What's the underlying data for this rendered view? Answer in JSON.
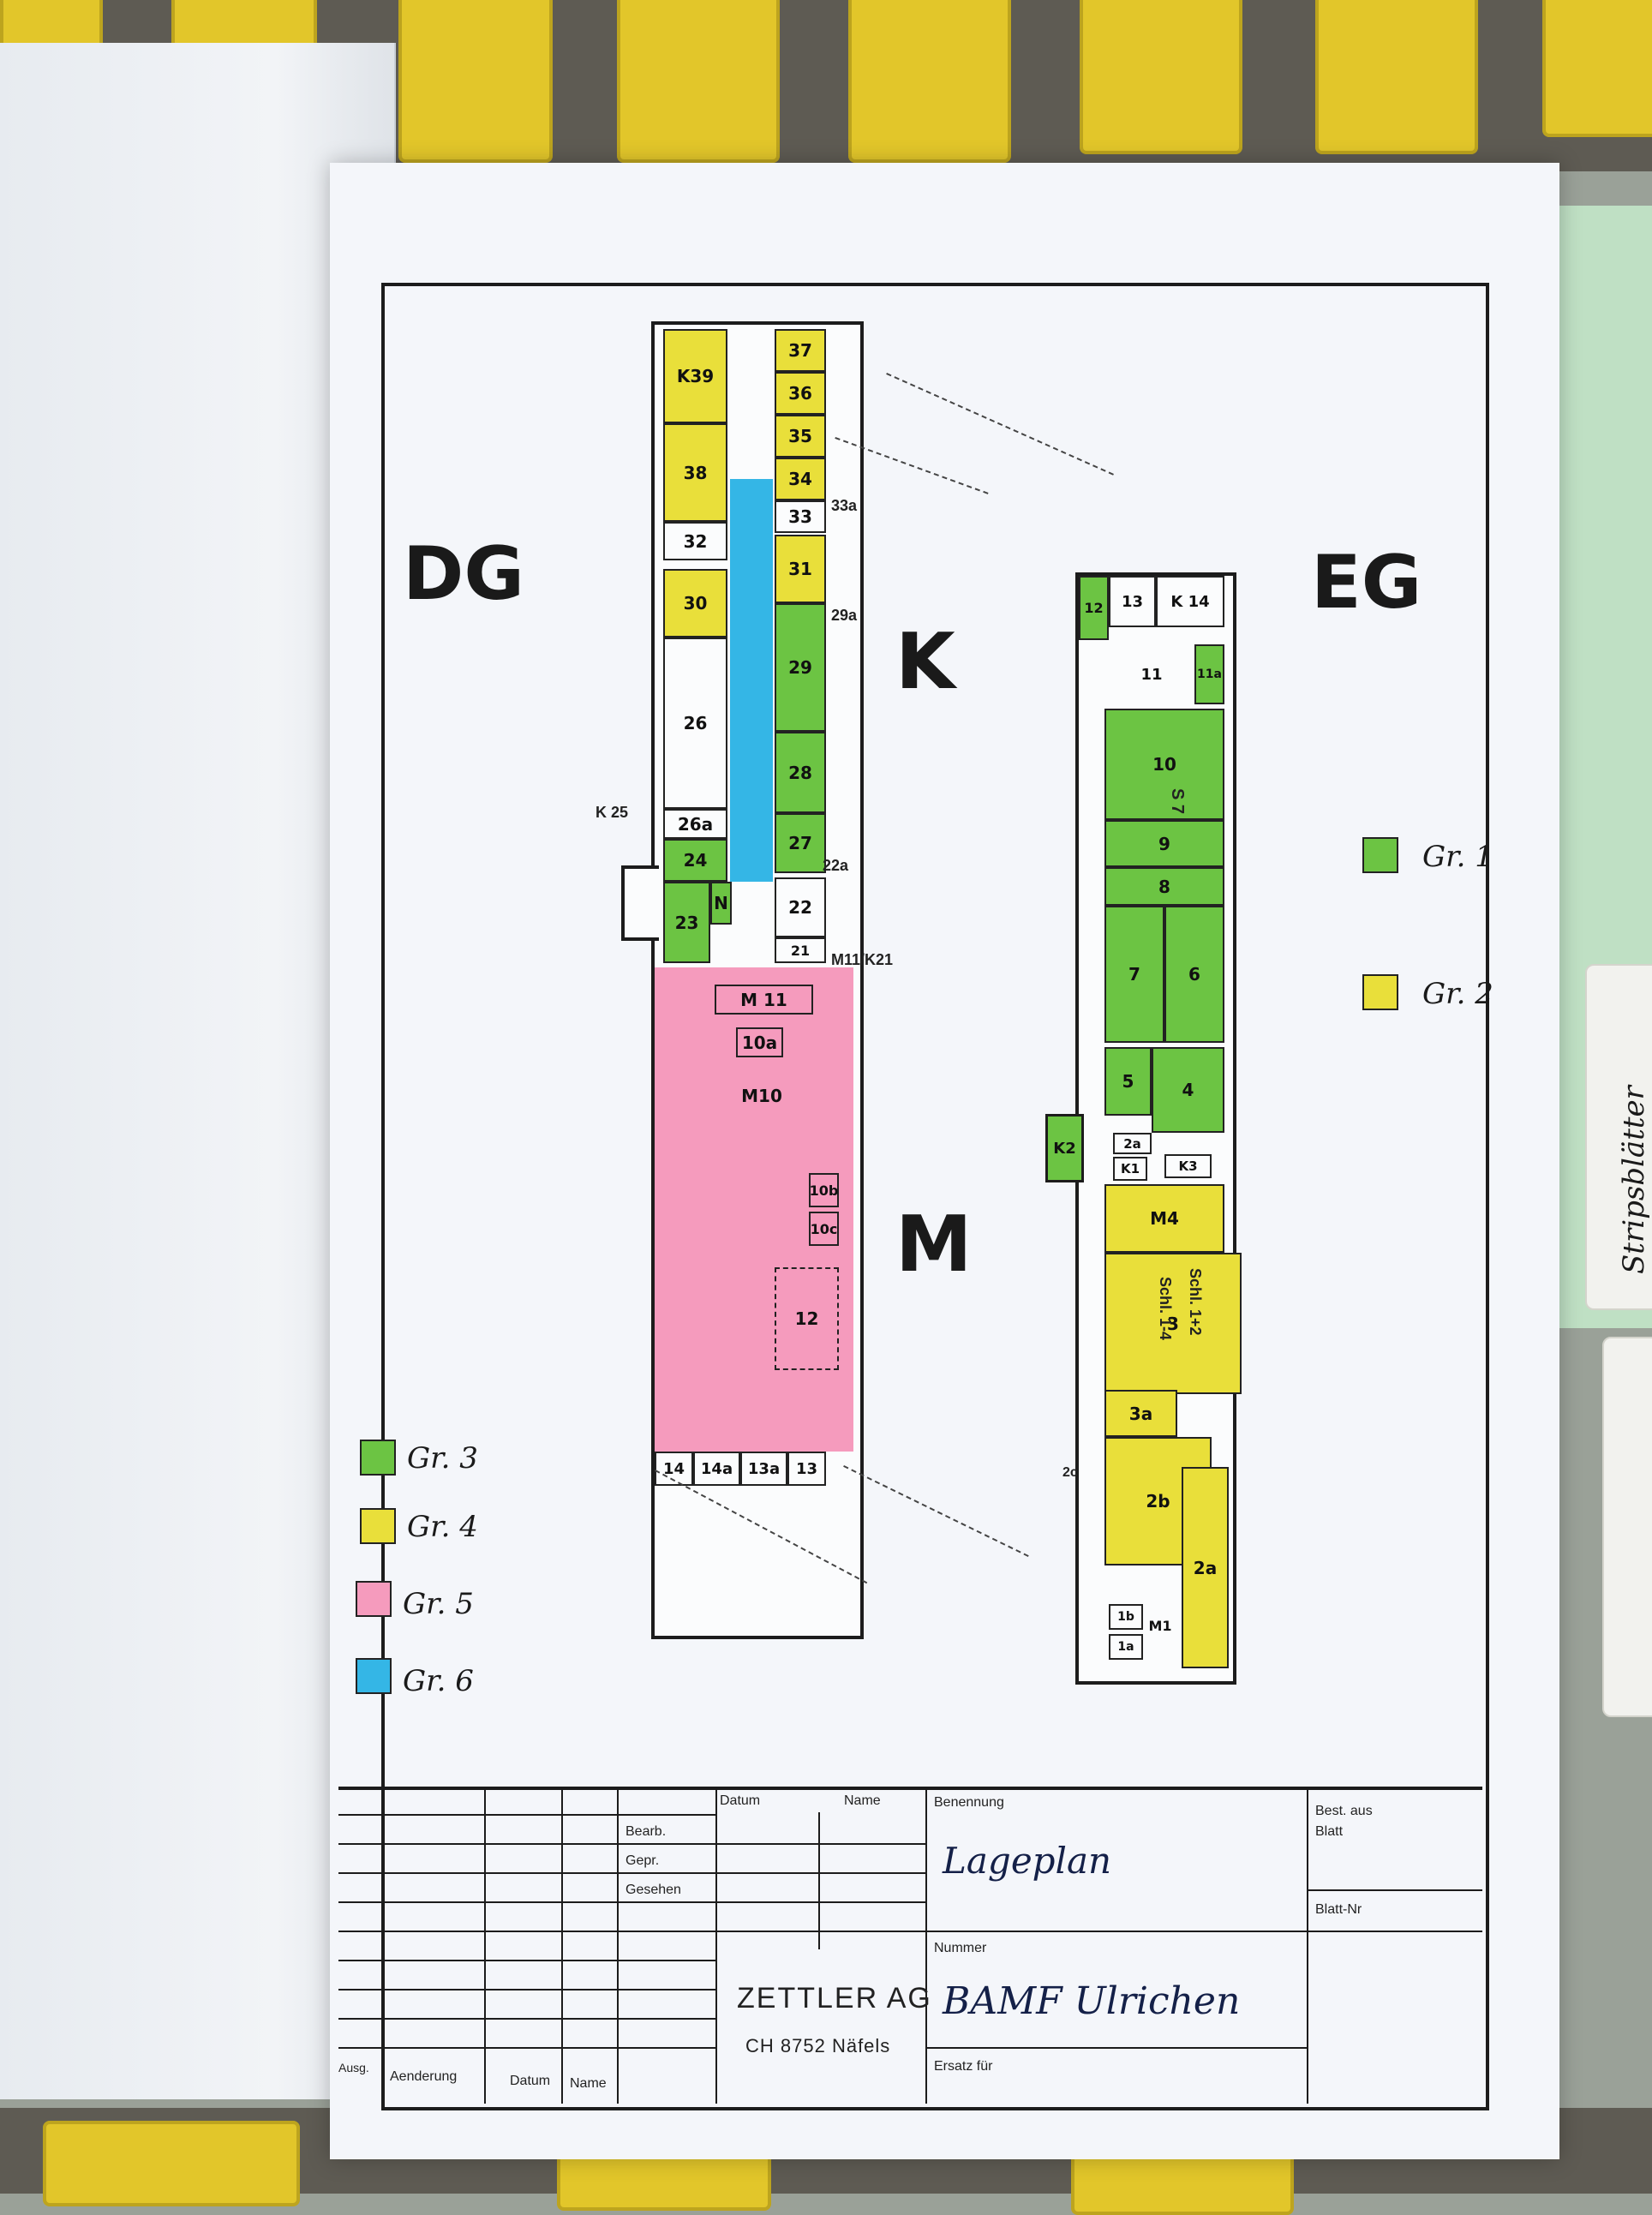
{
  "plan": {
    "left_title": "DG",
    "right_title": "EG",
    "letter_k": "K",
    "letter_m": "M",
    "rooms_dg": [
      "K39",
      "37",
      "36",
      "35",
      "38",
      "34",
      "33",
      "32",
      "30",
      "31",
      "29",
      "26",
      "28",
      "26a",
      "24",
      "27",
      "23",
      "N",
      "22",
      "21",
      "M 11",
      "10a",
      "M10",
      "10b",
      "10c",
      "12",
      "14",
      "14a",
      "13a",
      "13"
    ],
    "rooms_eg": [
      "12",
      "13",
      "K 14",
      "11",
      "11a",
      "10",
      "9",
      "8",
      "7",
      "6",
      "5",
      "4",
      "K2",
      "2a",
      "K1",
      "K3",
      "M4",
      "3",
      "3a",
      "2c",
      "2b",
      "2a",
      "1b",
      "1a",
      "M1"
    ],
    "callouts": [
      "33a",
      "29a",
      "22a",
      "K 25",
      "M11/K21",
      "S 7",
      "Schl. 1+2",
      "Schl. 1-4"
    ]
  },
  "legend_right": [
    {
      "label": "Gr. 1",
      "color": "#6cc443"
    },
    {
      "label": "Gr. 2",
      "color": "#e9df3a"
    }
  ],
  "legend_left": [
    {
      "label": "Gr. 3",
      "color": "#6cc443"
    },
    {
      "label": "Gr. 4",
      "color": "#e9df3a"
    },
    {
      "label": "Gr. 5",
      "color": "#f59bbd"
    },
    {
      "label": "Gr. 6",
      "color": "#34b6e6"
    }
  ],
  "title_block": {
    "col_datum": "Datum",
    "col_name": "Name",
    "row_bearb": "Bearb.",
    "row_gepr": "Gepr.",
    "row_gesehen": "Gesehen",
    "benennung_label": "Benennung",
    "benennung_value": "Lageplan",
    "best_aus": "Best. aus",
    "blatt": "Blatt",
    "blatt_nr": "Blatt-Nr",
    "nummer_label": "Nummer",
    "nummer_value": "BAMF Ulrichen",
    "ersatz_fuer": "Ersatz für",
    "company": "ZETTLER AG",
    "company_addr": "CH 8752 Näfels",
    "ausg": "Ausg.",
    "aenderung": "Aenderung",
    "datum": "Datum",
    "name": "Name"
  },
  "side_tab": "Stripsblätter"
}
